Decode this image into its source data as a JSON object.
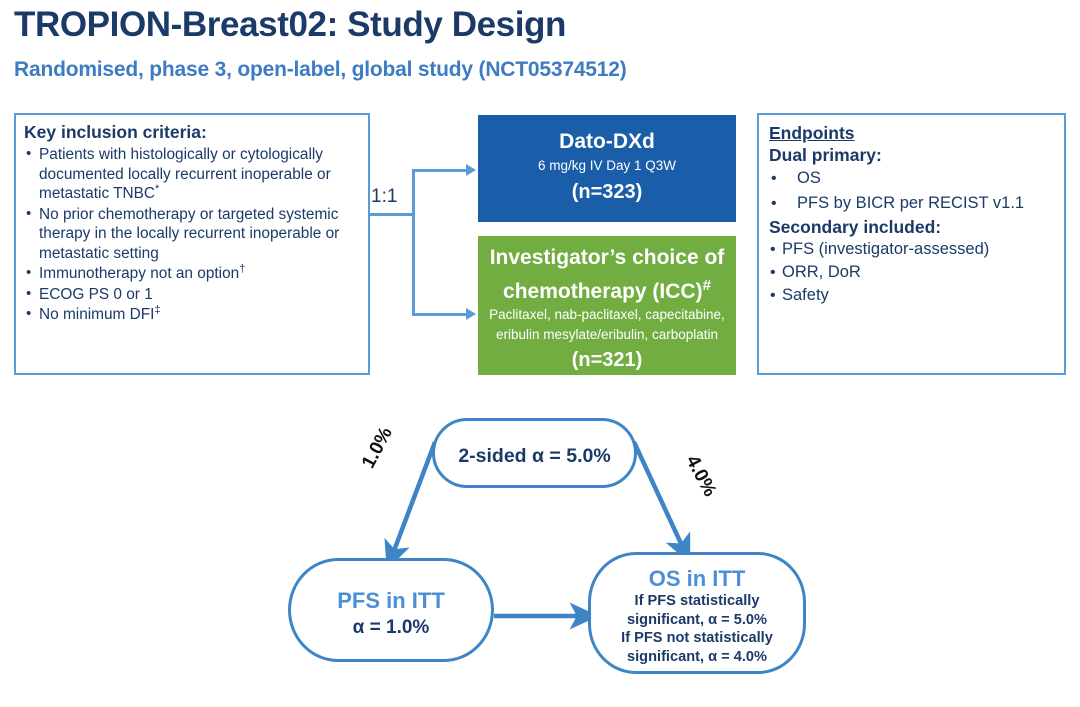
{
  "header": {
    "title": "TROPION-Breast02: Study Design",
    "subtitle": "Randomised, phase 3, open-label, global study (NCT05374512)"
  },
  "inclusion": {
    "title": "Key inclusion criteria:",
    "items": [
      "Patients with histologically or cytologically documented locally recurrent inoperable or metastatic TNBC*",
      "No prior chemotherapy or targeted systemic therapy in the locally recurrent inoperable or metastatic setting",
      "Immunotherapy not an option†",
      "ECOG PS 0 or 1",
      "No minimum DFI‡"
    ]
  },
  "randomisation": {
    "ratio_label": "1:1"
  },
  "arms": [
    {
      "name": "Dato-DXd",
      "dose": "6 mg/kg IV Day 1 Q3W",
      "n_label": "(n=323)",
      "color": "#1a5da8"
    },
    {
      "name": "Investigator’s choice of chemotherapy (ICC)#",
      "name_line1": "Investigator’s choice of",
      "name_line2": "chemotherapy (ICC)",
      "name_sup": "#",
      "dose_line1": "Paclitaxel, nab-paclitaxel, capecitabine,",
      "dose_line2": "eribulin mesylate/eribulin, carboplatin",
      "n_label": "(n=321)",
      "color": "#72ad41"
    }
  ],
  "endpoints": {
    "title": "Endpoints",
    "primary_heading": "Dual primary:",
    "primary": [
      "OS",
      "PFS by BICR per RECIST v1.1"
    ],
    "secondary_heading": "Secondary included:",
    "secondary": [
      "PFS (investigator-assessed)",
      "ORR, DoR",
      "Safety"
    ]
  },
  "alpha_flow": {
    "top_node": "2-sided α = 5.0%",
    "left_edge_label": "1.0%",
    "right_edge_label": "4.0%",
    "pfs_node": {
      "title": "PFS in ITT",
      "detail": "α = 1.0%"
    },
    "os_node": {
      "title": "OS in ITT",
      "detail_line1": "If PFS statistically",
      "detail_line2": "significant, α = 5.0%",
      "detail_line3": "If PFS not statistically",
      "detail_line4": "significant, α = 4.0%"
    }
  },
  "colors": {
    "title_navy": "#1b3a68",
    "subtitle_blue": "#3d7cc2",
    "border_blue": "#5b9bd5",
    "arm_blue": "#1a5da8",
    "arm_green": "#72ad41",
    "node_blue": "#3d85c6",
    "light_blue_text": "#4a90d9"
  }
}
